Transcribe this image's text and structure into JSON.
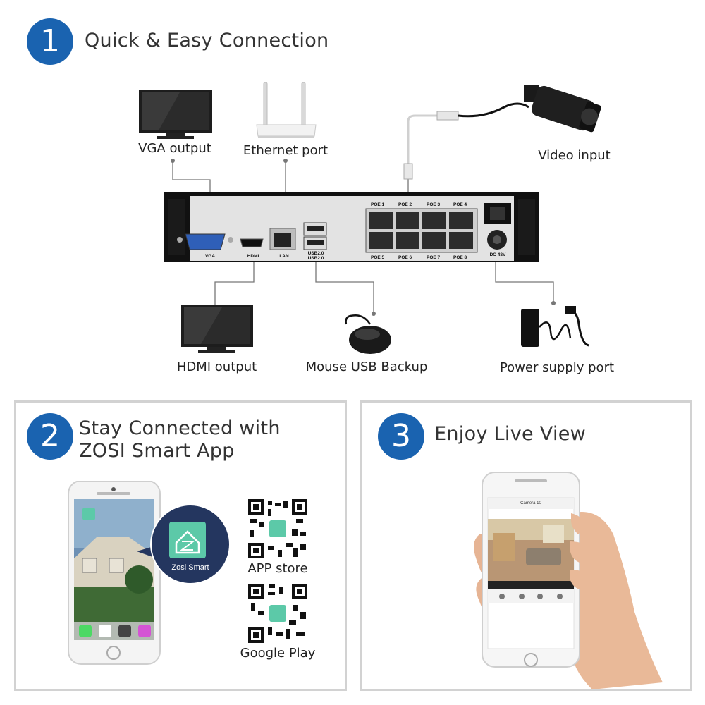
{
  "section1": {
    "number": "1",
    "title": "Quick & Easy Connection",
    "labels": {
      "vga_output": "VGA output",
      "ethernet_port": "Ethernet port",
      "video_input": "Video input",
      "hdmi_output": "HDMI output",
      "mouse_usb_backup": "Mouse USB Backup",
      "power_supply_port": "Power supply port"
    },
    "nvr": {
      "vga": "VGA",
      "hdmi": "HDMI",
      "lan": "LAN",
      "usb1": "USB2.0",
      "usb2": "USB2.0",
      "poe_top": [
        "POE 1",
        "POE 2",
        "POE 3",
        "POE 4"
      ],
      "poe_bottom": [
        "POE 5",
        "POE 6",
        "POE 7",
        "POE 8"
      ],
      "dc": "DC 48V"
    }
  },
  "section2": {
    "number": "2",
    "title_line1": "Stay Connected with",
    "title_line2": "ZOSI Smart App",
    "app_name": "Zosi Smart",
    "qr_app_store": "APP store",
    "qr_google_play": "Google Play"
  },
  "section3": {
    "number": "3",
    "title": "Enjoy Live View",
    "phone_title": "Camera 10"
  },
  "colors": {
    "accent": "#1a63b0",
    "panel_border": "#d2d2d2",
    "app_green": "#5cc9a8",
    "app_bubble": "#24365f"
  }
}
